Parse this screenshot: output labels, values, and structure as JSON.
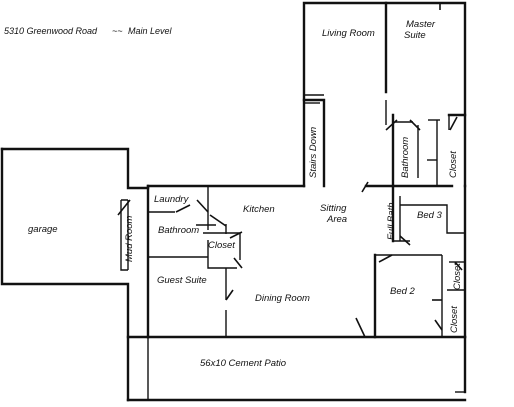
{
  "header": {
    "address": "5310 Greenwood Road",
    "separator": "~~",
    "level": "Main Level"
  },
  "rooms": {
    "living_room": "Living Room",
    "master_suite_line1": "Master",
    "master_suite_line2": "Suite",
    "stairs": "Stairs Down",
    "master_bathroom": "Bathroom",
    "master_closet": "Closet",
    "garage": "garage",
    "mud_room": "Mud Room",
    "laundry": "Laundry",
    "kitchen": "Kitchen",
    "bathroom": "Bathroom",
    "closet": "Closet",
    "sitting_area_line1": "Sitting",
    "sitting_area_line2": "Area",
    "full_bath": "Full Bath",
    "bed3": "Bed 3",
    "bed3_closet": "Closet",
    "guest_suite": "Guest Suite",
    "dining_room": "Dining Room",
    "bed2": "Bed 2",
    "bed2_closet": "Closet",
    "patio": "56x10 Cement Patio"
  }
}
